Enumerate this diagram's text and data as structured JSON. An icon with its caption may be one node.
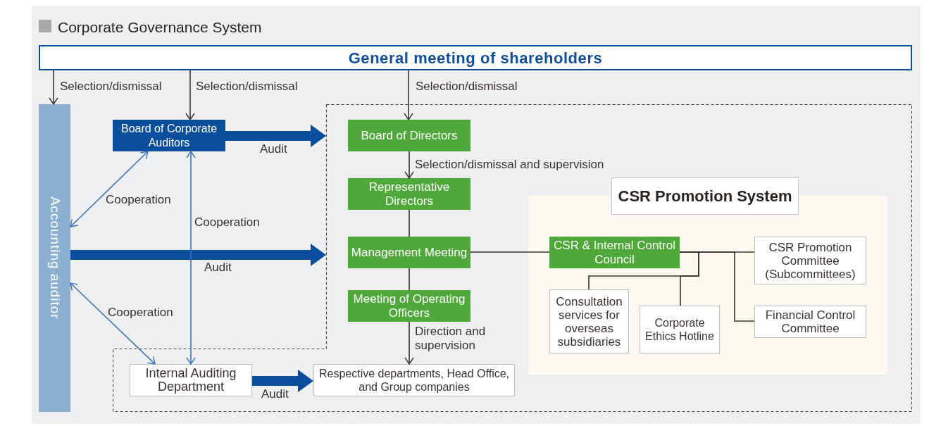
{
  "diagram": {
    "title": "Corporate Governance System",
    "nodes": [
      {
        "text": [
          "General meeting of shareholders"
        ]
      },
      {
        "text": [
          "Accounting auditor"
        ]
      },
      {
        "text": [
          "Board of Corporate Auditors"
        ]
      },
      {
        "text": [],
        "shape": "box"
      },
      {
        "text": [
          "Board of Directors"
        ],
        "in": 3
      },
      {
        "text": [
          "Representative Directors"
        ],
        "in": 3
      },
      {
        "text": [
          "Management Meeting"
        ],
        "in": 3
      },
      {
        "text": [
          "Meeting of Operating Officers"
        ],
        "in": 3
      },
      {
        "text": [
          "CSR Promotion System"
        ],
        "in": 3
      },
      {
        "text": [
          "CSR & Internal Control Council"
        ],
        "in": 8
      },
      {
        "text": [
          "CSR Promotion Committee (Subcommittees)"
        ],
        "in": 8
      },
      {
        "text": [
          "Consultation services for overseas subsidiaries"
        ],
        "in": 8
      },
      {
        "text": [
          "Corporate Ethics Hotline"
        ],
        "in": 8
      },
      {
        "text": [
          "Financial Control Committee"
        ],
        "in": 8
      },
      {
        "text": [
          "Internal Auditing Department"
        ],
        "in": 3
      },
      {
        "text": [
          "Respective departments, Head Office, and Group companies"
        ],
        "in": 3
      }
    ],
    "edges": [
      {
        "from": 0,
        "to": 1,
        "arrow": "to",
        "label": "Selection/dismissal"
      },
      {
        "from": 0,
        "to": 2,
        "arrow": "to",
        "label": "Selection/dismissal"
      },
      {
        "from": 0,
        "to": 4,
        "arrow": "to",
        "label": "Selection/dismissal"
      },
      {
        "from": 2,
        "to": 3,
        "arrow": "to",
        "label": "Audit",
        "style": "thick",
        "color": "#0a4f9e"
      },
      {
        "from": 1,
        "to": 3,
        "arrow": "to",
        "label": "Audit",
        "style": "thick",
        "color": "#0a4f9e"
      },
      {
        "from": 2,
        "to": 1,
        "arrow": "both",
        "label": "Cooperation",
        "color": "#3b72bd"
      },
      {
        "from": 2,
        "to": 14,
        "arrow": "both",
        "label": "Cooperation",
        "color": "#3b72bd"
      },
      {
        "from": 1,
        "to": 14,
        "arrow": "both",
        "label": "Cooperation",
        "color": "#3b72bd"
      },
      {
        "from": 4,
        "to": 5,
        "arrow": "to",
        "label": "Selection/dismissal and supervision"
      },
      {
        "from": 5,
        "to": 6,
        "arrow": "none"
      },
      {
        "from": 6,
        "to": 7,
        "arrow": "none"
      },
      {
        "from": 7,
        "to": 15,
        "arrow": "to",
        "label": "Direction and supervision"
      },
      {
        "from": 14,
        "to": 15,
        "arrow": "to",
        "label": "Audit",
        "style": "thick",
        "color": "#0a4f9e"
      },
      {
        "from": 6,
        "to": 9,
        "arrow": "none"
      },
      {
        "from": 9,
        "to": 10,
        "arrow": "none"
      },
      {
        "from": 9,
        "to": 11,
        "arrow": "none"
      },
      {
        "from": 9,
        "to": 12,
        "arrow": "none"
      },
      {
        "from": 9,
        "to": 13,
        "arrow": "none"
      }
    ]
  }
}
